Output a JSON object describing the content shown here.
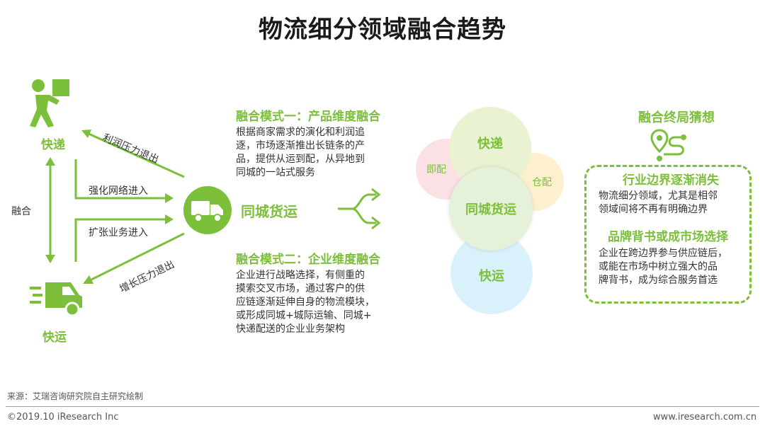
{
  "title": "物流细分领域融合趋势",
  "left": {
    "top_node": "快递",
    "bottom_node": "快运",
    "vertical_label": "融合",
    "arrows": {
      "top_out": "利润压力退出",
      "top_in": "强化网络进入",
      "bottom_in": "扩张业务进入",
      "bottom_out": "增长压力退出"
    },
    "center_node": "同城货运"
  },
  "modes": {
    "mode1": {
      "title": "融合模式一：产品维度融合",
      "lines": [
        "根据商家需求的演化和利润追",
        "逐，市场逐渐推出长链条的产",
        "品，提供从运到配，从异地到",
        "同城的一站式服务"
      ]
    },
    "mode2": {
      "title": "融合模式二：企业维度融合",
      "lines": [
        "企业进行战略选择，有侧重的",
        "摸索交叉市场，通过客户的供",
        "应链逐渐延伸自身的物流模块，",
        "或形成同城+城际运输、同城+",
        "快递配送的企业业务架构"
      ]
    }
  },
  "venn": {
    "top": "快递",
    "left": "即配",
    "right": "仓配",
    "center": "同城货运",
    "bottom": "快运",
    "colors": {
      "top": "#e9f3d2",
      "left": "#fbe1e3",
      "right": "#fdf0cf",
      "center": "#e6f1d9",
      "bottom": "#d9f1fb"
    }
  },
  "endgame": {
    "title": "融合终局猜想",
    "head1": "行业边界逐渐消失",
    "text1": [
      "物流细分领域，尤其是相邻",
      "领域间将不再有明确边界"
    ],
    "head2": "品牌背书或成市场选择",
    "text2": [
      "企业在跨边界参与供应链后，",
      "或能在市场中树立强大的品",
      "牌背书，成为综合服务首选"
    ]
  },
  "footer": {
    "source": "来源：艾瑞咨询研究院自主研究绘制",
    "copyright": "©2019.10 iResearch Inc",
    "website": "www.iresearch.com.cn"
  },
  "colors": {
    "accent": "#7cbf3a"
  }
}
